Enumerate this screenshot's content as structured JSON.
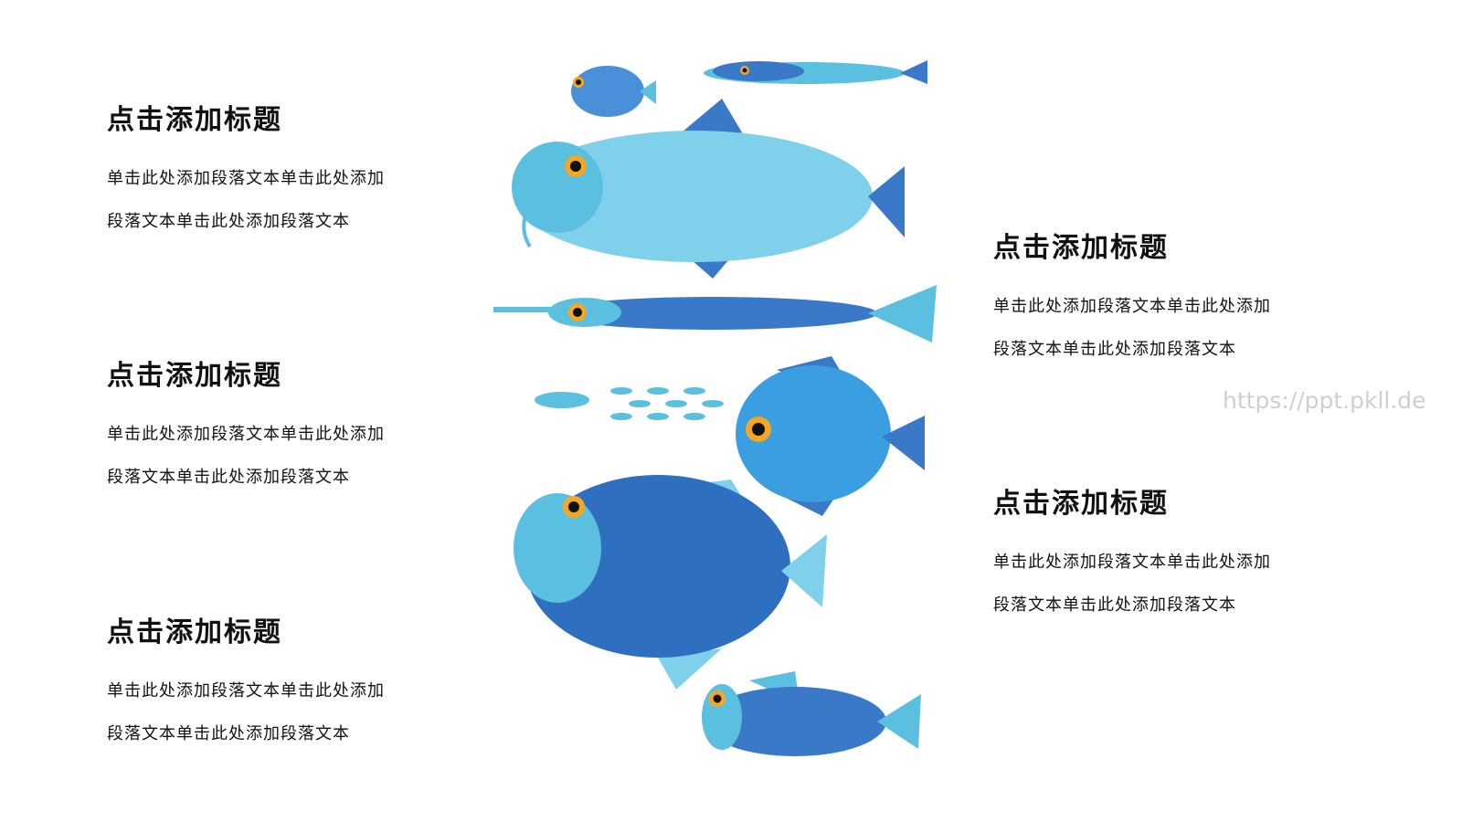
{
  "blocks": [
    {
      "title": "点击添加标题",
      "line1": "单击此处添加段落文本单击此处添加",
      "line2": "段落文本单击此处添加段落文本"
    },
    {
      "title": "点击添加标题",
      "line1": "单击此处添加段落文本单击此处添加",
      "line2": "段落文本单击此处添加段落文本"
    },
    {
      "title": "点击添加标题",
      "line1": "单击此处添加段落文本单击此处添加",
      "line2": "段落文本单击此处添加段落文本"
    },
    {
      "title": "点击添加标题",
      "line1": "单击此处添加段落文本单击此处添加",
      "line2": "段落文本单击此处添加段落文本"
    },
    {
      "title": "点击添加标题",
      "line1": "单击此处添加段落文本单击此处添加",
      "line2": "段落文本单击此处添加段落文本"
    }
  ],
  "watermark": "https://ppt.pkll.de",
  "colors": {
    "light_blue": "#5bc0e0",
    "mid_blue": "#3a8fd0",
    "dark_blue": "#2f6fc0",
    "eye": "#f5a623"
  }
}
